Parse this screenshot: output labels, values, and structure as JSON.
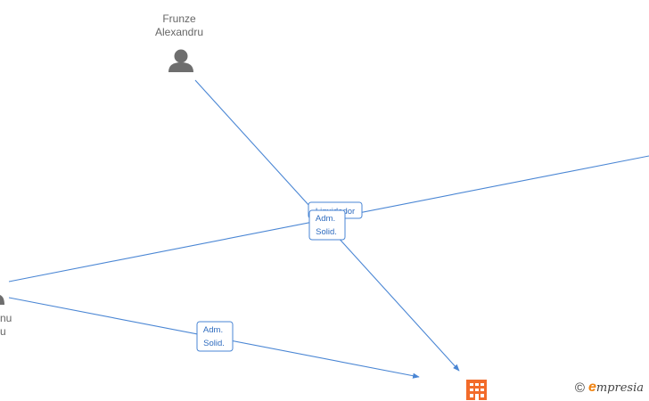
{
  "nodes": {
    "person_top": {
      "line1": "Frunze",
      "line2": "Alexandru"
    },
    "person_left": {
      "line1": "nu",
      "line2": "u"
    }
  },
  "edges": {
    "label_liquidador": "Liquidador",
    "label_adm_center_1": "Adm.",
    "label_adm_center_2": "Solid.",
    "label_adm_left_1": "Adm.",
    "label_adm_left_2": "Solid."
  },
  "colors": {
    "edge": "#4a86d4",
    "person": "#6e6e6e",
    "company": "#f26b2a"
  },
  "watermark": {
    "copyright": "©",
    "brand_initial": "e",
    "brand_rest": "mpresia"
  }
}
